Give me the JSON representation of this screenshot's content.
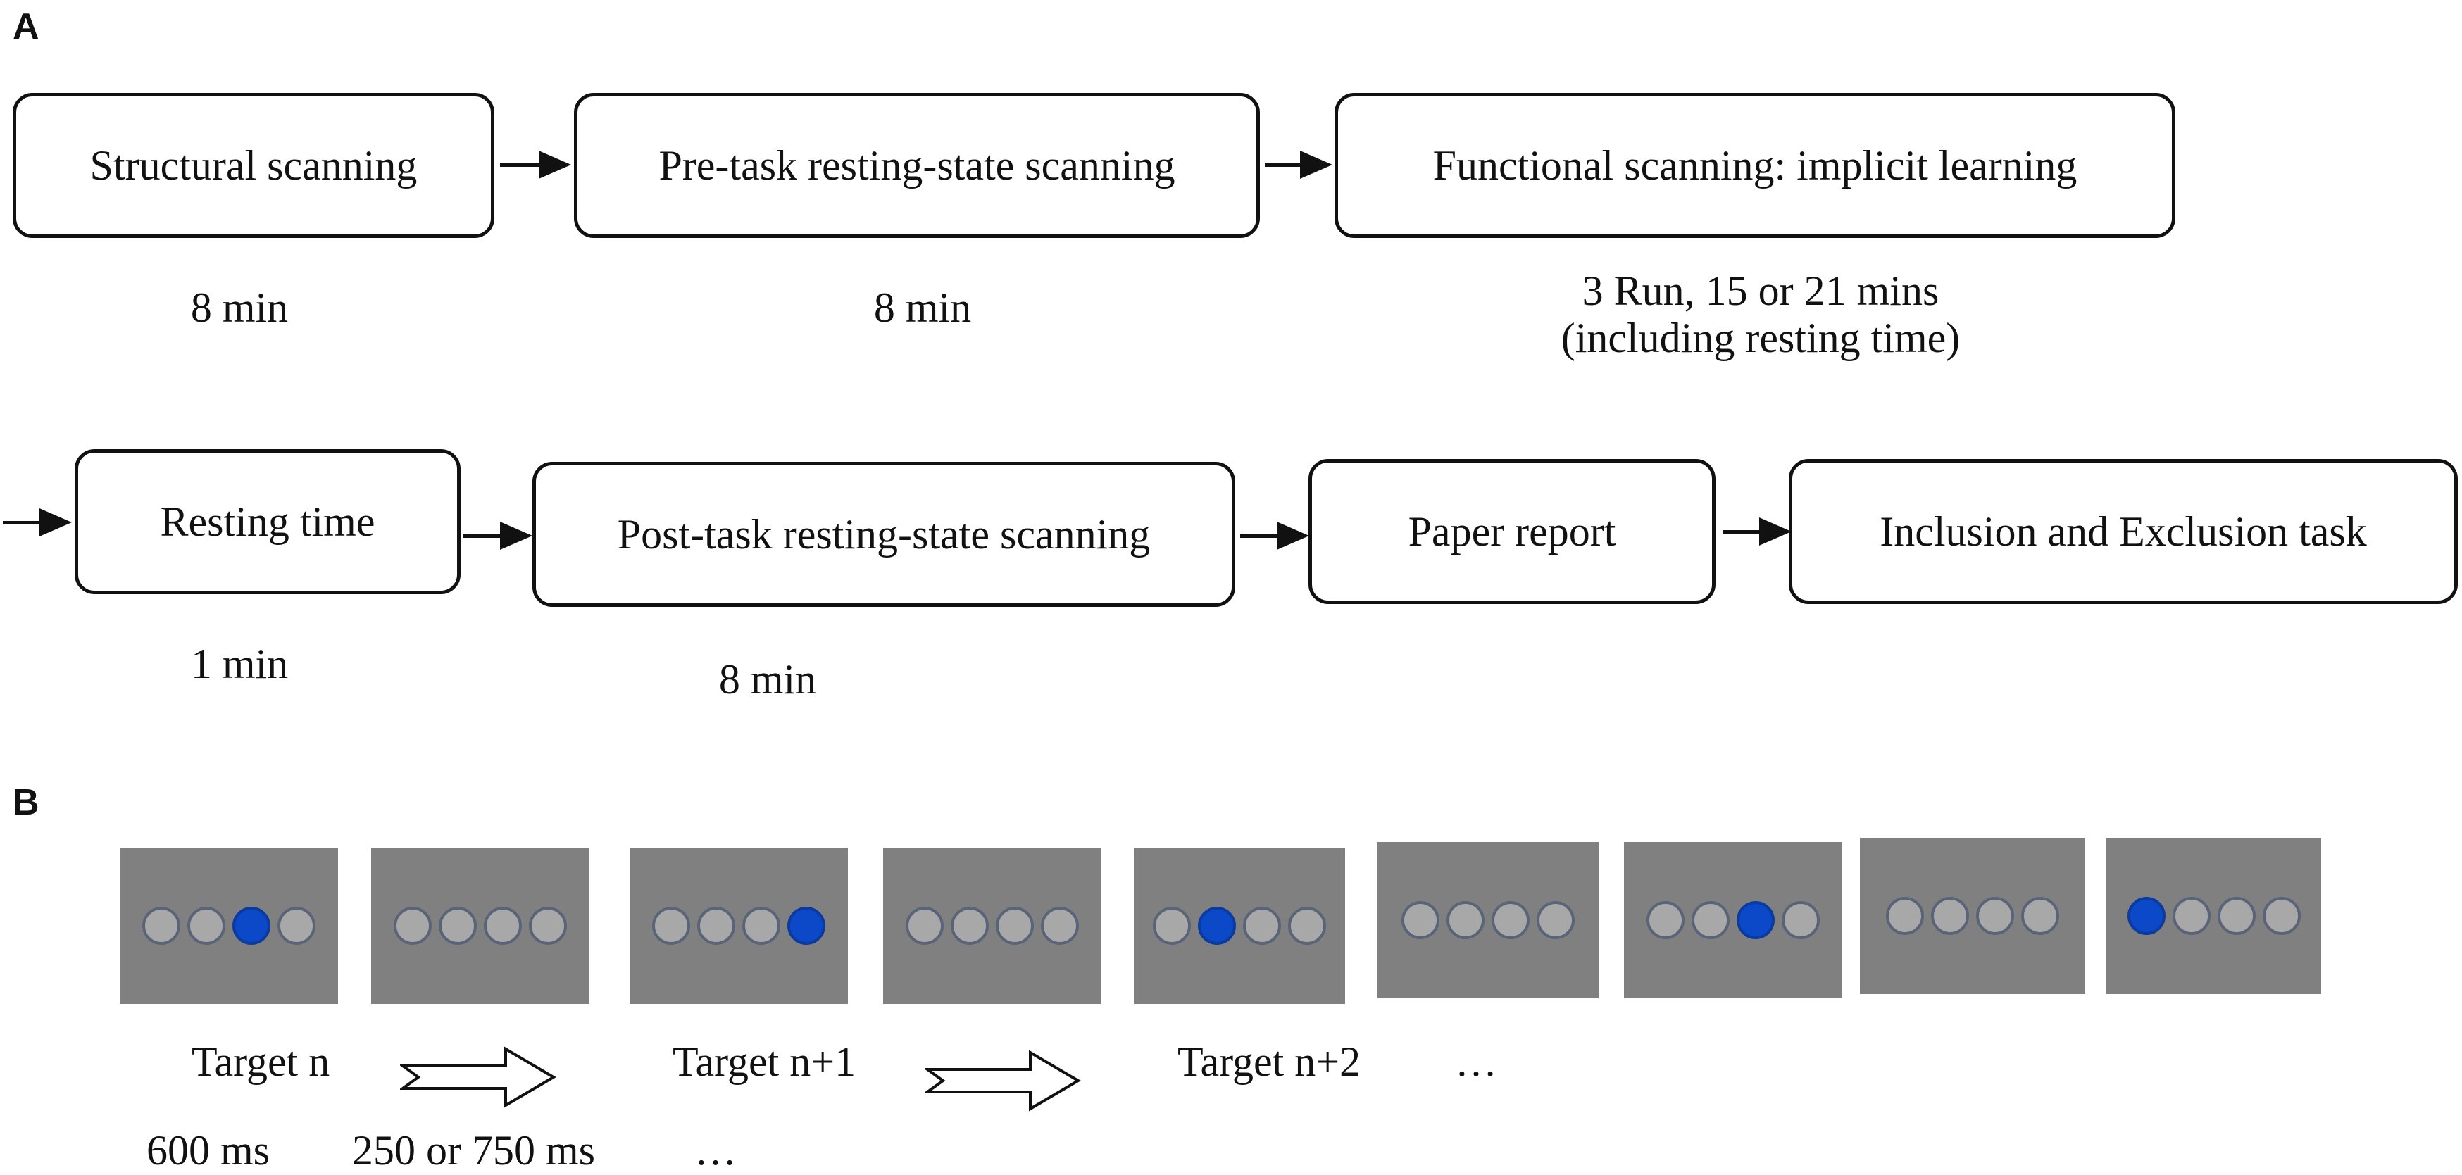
{
  "panel_a": {
    "label": "A",
    "row1": [
      {
        "text": "Structural scanning",
        "duration": "8 min"
      },
      {
        "text": "Pre-task resting-state scanning",
        "duration": "8 min"
      },
      {
        "text": "Functional scanning: implicit learning",
        "duration_lines": [
          "3 Run, 15 or 21 mins",
          "(including resting time)"
        ]
      }
    ],
    "row2": [
      {
        "text": "Resting time",
        "duration": "1 min"
      },
      {
        "text": "Post-task resting-state scanning",
        "duration": "8 min"
      },
      {
        "text": "Paper report"
      },
      {
        "text": "Inclusion and Exclusion task"
      }
    ]
  },
  "panel_b": {
    "label": "B",
    "screens_active_dot": [
      3,
      0,
      4,
      0,
      2,
      0,
      3,
      0,
      1
    ],
    "colors": {
      "screen": "#808080",
      "dot_off": "#a8a8a8",
      "dot_on": "#0b49c9"
    },
    "sequence_labels": [
      "Target n",
      "Target n+1",
      "Target n+2",
      "…"
    ],
    "timing_labels": [
      "600 ms",
      "250 or 750 ms",
      "…"
    ]
  }
}
